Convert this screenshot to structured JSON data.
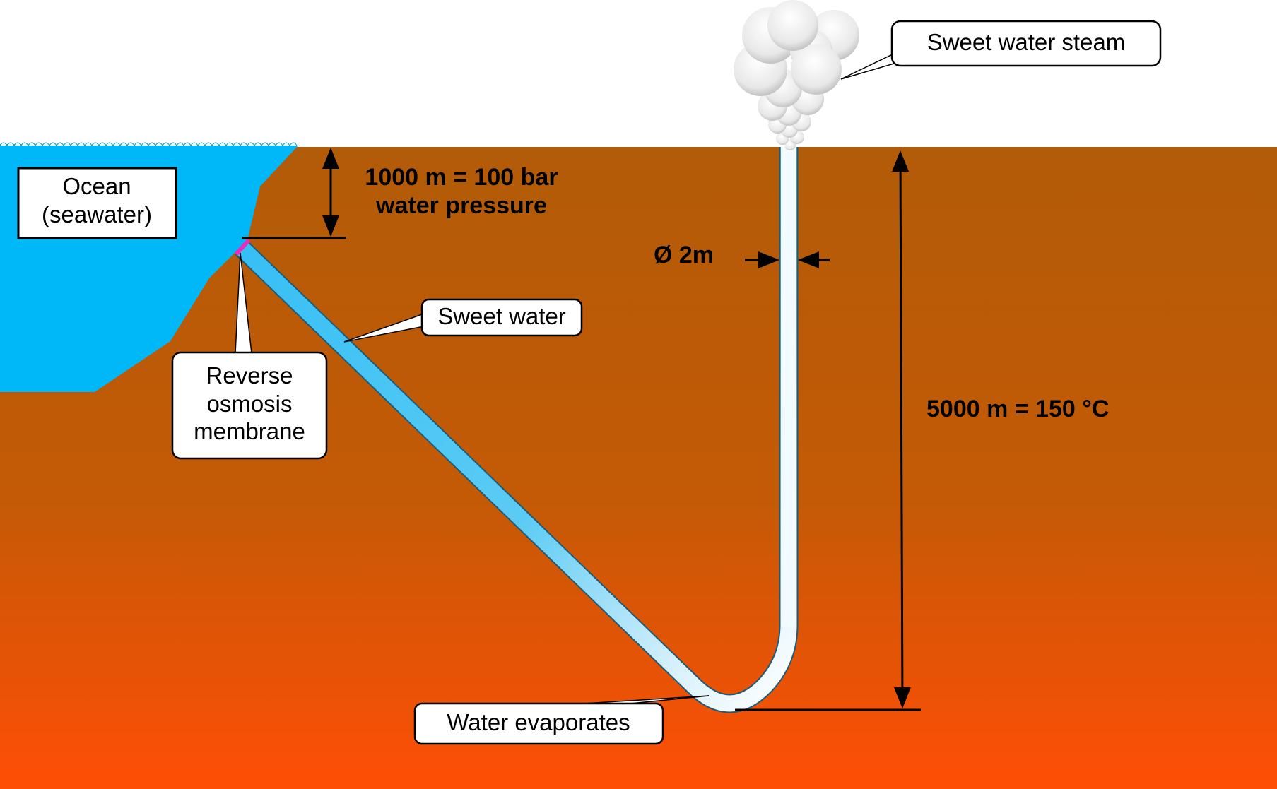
{
  "colors": {
    "sky": "#ffffff",
    "ground_top": "#b25b08",
    "ground_bottom": "#ff4e06",
    "ocean": "#00b8f8",
    "pipe_blue": "#3cc2f6",
    "pipe_light": "#e6f6fc",
    "membrane": "#e62fbf",
    "steam": "#e6e6e6"
  },
  "labels": {
    "ocean": [
      "Ocean",
      "(seawater)"
    ],
    "membrane": [
      "Reverse",
      "osmosis",
      "membrane"
    ],
    "sweet_water": "Sweet water",
    "steam": "Sweet water steam",
    "evaporates": "Water evaporates"
  },
  "dimensions": {
    "pressure": [
      "1000 m = 100 bar",
      "water pressure"
    ],
    "diameter": "Ø 2m",
    "depth": "5000 m = 150 °C"
  },
  "icons": [
    "steam-cloud-icon",
    "double-arrow-icon"
  ]
}
